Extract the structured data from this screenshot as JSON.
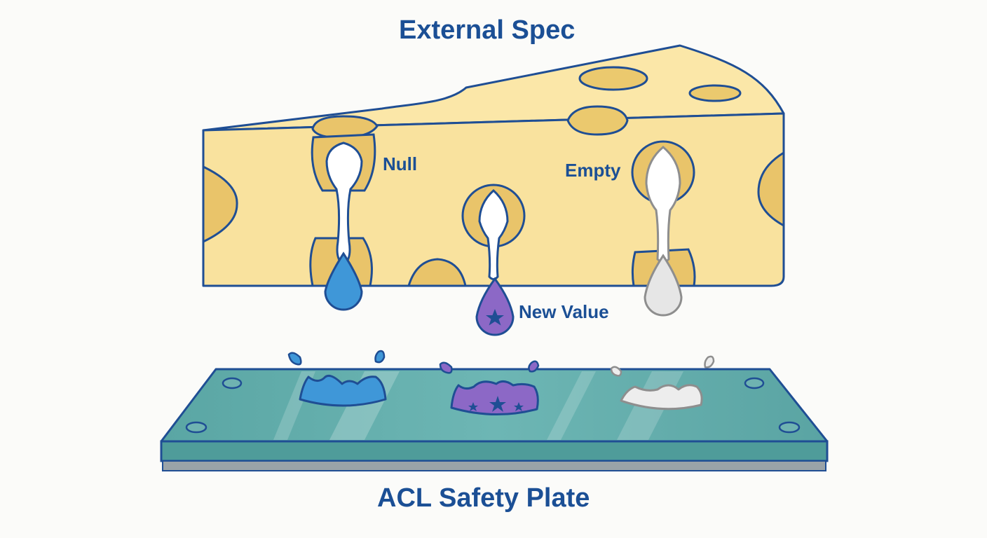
{
  "diagram": {
    "title": "External Spec",
    "footer": "ACL Safety Plate",
    "drop_labels": {
      "null": "Null",
      "new_value": "New Value",
      "empty": "Empty"
    }
  },
  "colors": {
    "text": "#1b4f95",
    "outline": "#1f4e94",
    "cheese": "#f9e29e",
    "cheese_hole": "#e9c46a",
    "null_drop": "#3f97d8",
    "new_value_drop": "#8c68c6",
    "empty_drop": "#e4e4e4",
    "plate": "#63aeac"
  },
  "icons": {
    "spec": "cheese-wedge-icon",
    "null": "water-drop-icon",
    "new_value": "star-drop-icon",
    "empty": "empty-drop-icon",
    "plate": "glass-plate-icon"
  }
}
